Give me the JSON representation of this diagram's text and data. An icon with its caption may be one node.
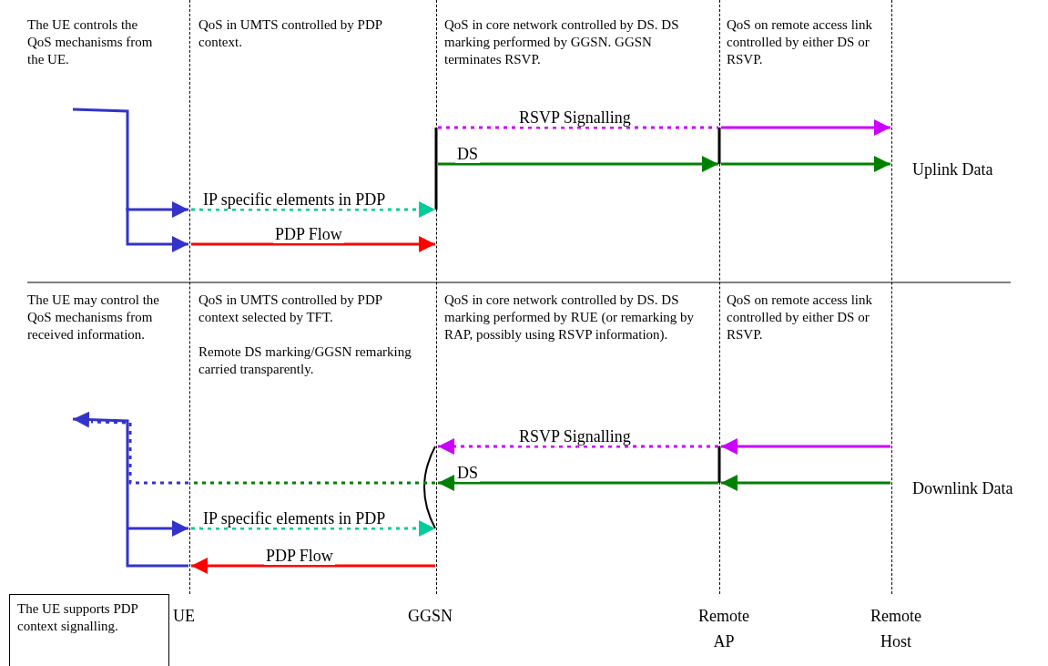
{
  "diagram": {
    "nodes": [
      {
        "text": [],
        "shape": "line"
      },
      {
        "text": [],
        "shape": "line"
      },
      {
        "text": [],
        "shape": "line"
      },
      {
        "text": [],
        "shape": "line"
      },
      {
        "text": [
          "The UE supports PDP context signalling."
        ]
      }
    ],
    "edges": [
      {
        "from": null,
        "to": 0,
        "arrow": "to",
        "color": "#3333cc"
      },
      {
        "from": null,
        "to": 0,
        "arrow": "to",
        "color": "#3333cc"
      },
      {
        "from": 0,
        "to": 1,
        "arrow": "to",
        "label": "IP specific elements in PDP",
        "style": "dashed",
        "color": "#00cc99"
      },
      {
        "from": 0,
        "to": 1,
        "arrow": "to",
        "label": "PDP Flow",
        "color": "#ff0000"
      },
      {
        "from": 1,
        "to": 2,
        "arrow": "none",
        "label": "RSVP Signalling",
        "style": "dashed",
        "color": "#cc00ff"
      },
      {
        "from": 2,
        "to": 3,
        "arrow": "to",
        "color": "#cc00ff"
      },
      {
        "from": 1,
        "to": 2,
        "arrow": "to",
        "label": "DS",
        "color": "#008000"
      },
      {
        "from": 2,
        "to": 3,
        "arrow": "to",
        "color": "#008000"
      },
      {
        "from": 0,
        "to": null,
        "arrow": "to",
        "color": "#3333cc"
      },
      {
        "from": null,
        "to": 0,
        "arrow": "to",
        "color": "#3333cc"
      },
      {
        "from": 0,
        "to": null,
        "arrow": "none",
        "style": "dashed",
        "color": "#3333cc"
      },
      {
        "from": 1,
        "to": 0,
        "arrow": "none",
        "style": "dashed",
        "color": "#008000"
      },
      {
        "from": 0,
        "to": 1,
        "arrow": "to",
        "label": "IP specific elements in PDP",
        "style": "dashed",
        "color": "#00cc99"
      },
      {
        "from": 1,
        "to": 0,
        "arrow": "to",
        "label": "PDP Flow",
        "color": "#ff0000"
      },
      {
        "from": 2,
        "to": 1,
        "arrow": "to",
        "label": "RSVP Signalling",
        "style": "dashed",
        "color": "#cc00ff"
      },
      {
        "from": 3,
        "to": 2,
        "arrow": "to",
        "color": "#cc00ff"
      },
      {
        "from": 2,
        "to": 1,
        "arrow": "to",
        "label": "DS",
        "color": "#008000"
      },
      {
        "from": 3,
        "to": 2,
        "arrow": "to",
        "color": "#008000"
      }
    ],
    "labels": [
      "The UE controls the QoS mechanisms from the UE.",
      "QoS in UMTS controlled by PDP context.",
      "QoS in core network controlled by DS. DS marking performed by GGSN. GGSN terminates RSVP.",
      "QoS on remote access link controlled by either DS or RSVP.",
      "Uplink Data",
      "The UE may control the QoS mechanisms from received information.",
      "QoS in UMTS controlled by PDP context selected by TFT.",
      "Remote DS marking/GGSN remarking carried transparently.",
      "QoS in core network controlled by DS. DS marking performed by RUE (or remarking by RAP, possibly using RSVP information).",
      "QoS on remote access link controlled by either DS or RSVP.",
      "Downlink Data",
      "UE",
      "GGSN",
      "Remote AP",
      "Remote Host"
    ]
  }
}
